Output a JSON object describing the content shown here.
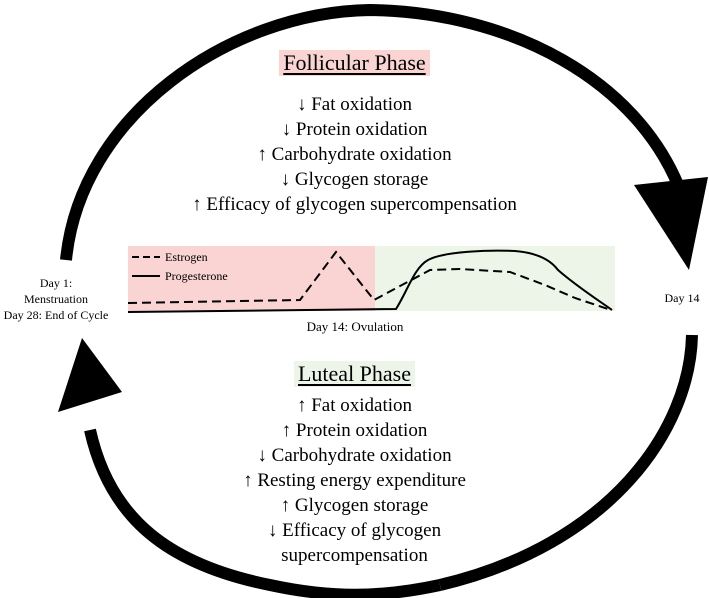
{
  "follicular": {
    "title": "Follicular Phase",
    "effects": [
      "↓ Fat oxidation",
      "↓ Protein oxidation",
      "↑ Carbohydrate oxidation",
      "↓ Glycogen storage",
      "↑ Efficacy of glycogen supercompensation"
    ]
  },
  "luteal": {
    "title": "Luteal Phase",
    "effects": [
      "↑ Fat oxidation",
      "↑ Protein oxidation",
      "↓ Carbohydrate oxidation",
      "↑ Resting energy expenditure",
      "↑ Glycogen storage",
      "↓ Efficacy of glycogen",
      "supercompensation"
    ]
  },
  "labels": {
    "day1_line1": "Day 1:",
    "day1_line2": "Menstruation",
    "day1_line3": "Day 28: End of Cycle",
    "day14": "Day 14",
    "ovulation": "Day 14: Ovulation"
  },
  "legend": {
    "estrogen": "Estrogen",
    "progesterone": "Progesterone"
  },
  "colors": {
    "follicular_band": "#f9d4d3",
    "luteal_band": "#edf5e9",
    "stroke": "#000000"
  }
}
